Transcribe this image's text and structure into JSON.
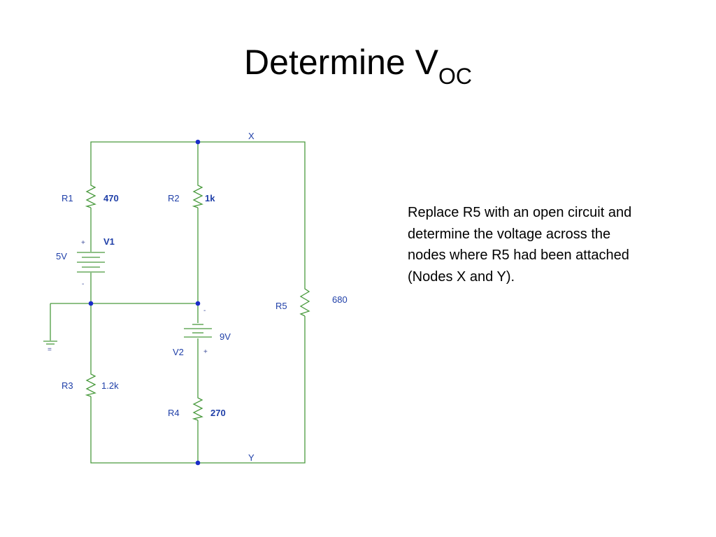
{
  "title": {
    "main": "Determine V",
    "subscript": "OC"
  },
  "description": "Replace R5 with an open circuit and determine the voltage across the nodes where R5 had been attached (Nodes X and Y).",
  "circuit": {
    "nodes": {
      "x": "X",
      "y": "Y"
    },
    "r1": {
      "name": "R1",
      "value": "470"
    },
    "r2": {
      "name": "R2",
      "value": "1k"
    },
    "r3": {
      "name": "R3",
      "value": "1.2k"
    },
    "r4": {
      "name": "R4",
      "value": "270"
    },
    "r5": {
      "name": "R5",
      "value": "680"
    },
    "v1": {
      "name": "V1",
      "value": "5V",
      "plus": "+",
      "minus": "-"
    },
    "v2": {
      "name": "V2",
      "value": "9V",
      "plus": "+",
      "minus": "-"
    },
    "ground_mark": "=",
    "colors": {
      "wire": "#4a9a3e",
      "label": "#1f3fa8",
      "node": "#1a2cc8"
    }
  }
}
